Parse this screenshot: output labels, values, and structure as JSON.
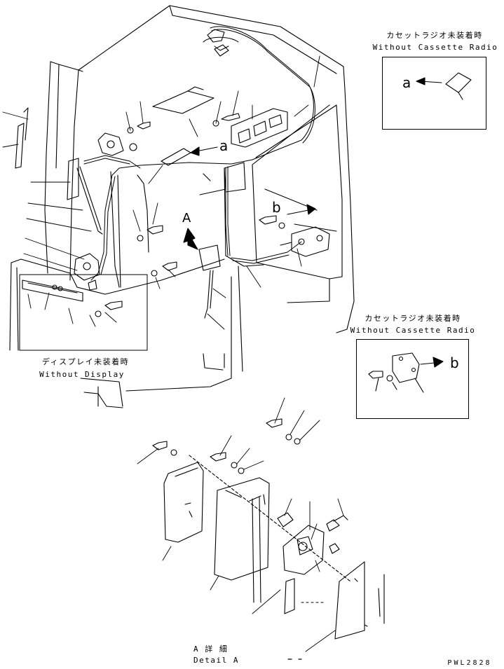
{
  "detail_a": {
    "title_jp": "カセットラジオ未装着時",
    "title_en": "Without Cassette Radio",
    "letter": "a"
  },
  "detail_b": {
    "title_jp": "カセットラジオ未装着時",
    "title_en": "Without Cassette Radio",
    "letter": "b"
  },
  "display_note": {
    "title_jp": "ディスプレイ未装着時",
    "title_en": "Without Display"
  },
  "main_view": {
    "arrow_label": "A",
    "callout_a": "a",
    "callout_b": "b"
  },
  "detail_view": {
    "title_jp": "A 詳 細",
    "title_en": "Detail A"
  },
  "drawing_code": "PWL2828",
  "colors": {
    "ink": "#000000",
    "paper": "#ffffff"
  }
}
